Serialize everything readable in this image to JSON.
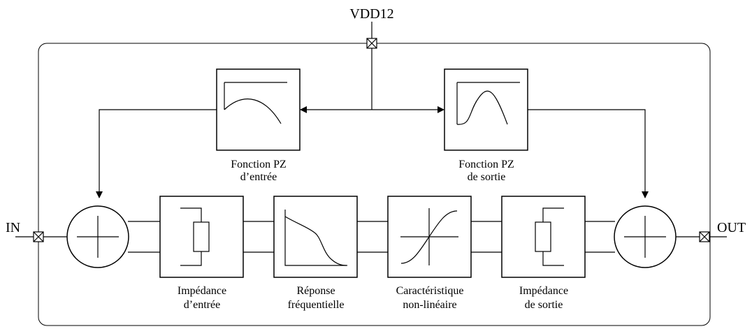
{
  "ports": {
    "supply": "VDD12",
    "input": "IN",
    "output": "OUT"
  },
  "blocks": {
    "pz_in": {
      "line1": "Fonction PZ",
      "line2": "d’entrée"
    },
    "pz_out": {
      "line1": "Fonction PZ",
      "line2": "de sortie"
    },
    "imp_in": {
      "line1": "Impédance",
      "line2": "d’entrée"
    },
    "freq": {
      "line1": "Réponse",
      "line2": "fréquentielle"
    },
    "nonlin": {
      "line1": "Caractéristique",
      "line2": "non-linéaire"
    },
    "imp_out": {
      "line1": "Impédance",
      "line2": "de sortie"
    }
  }
}
